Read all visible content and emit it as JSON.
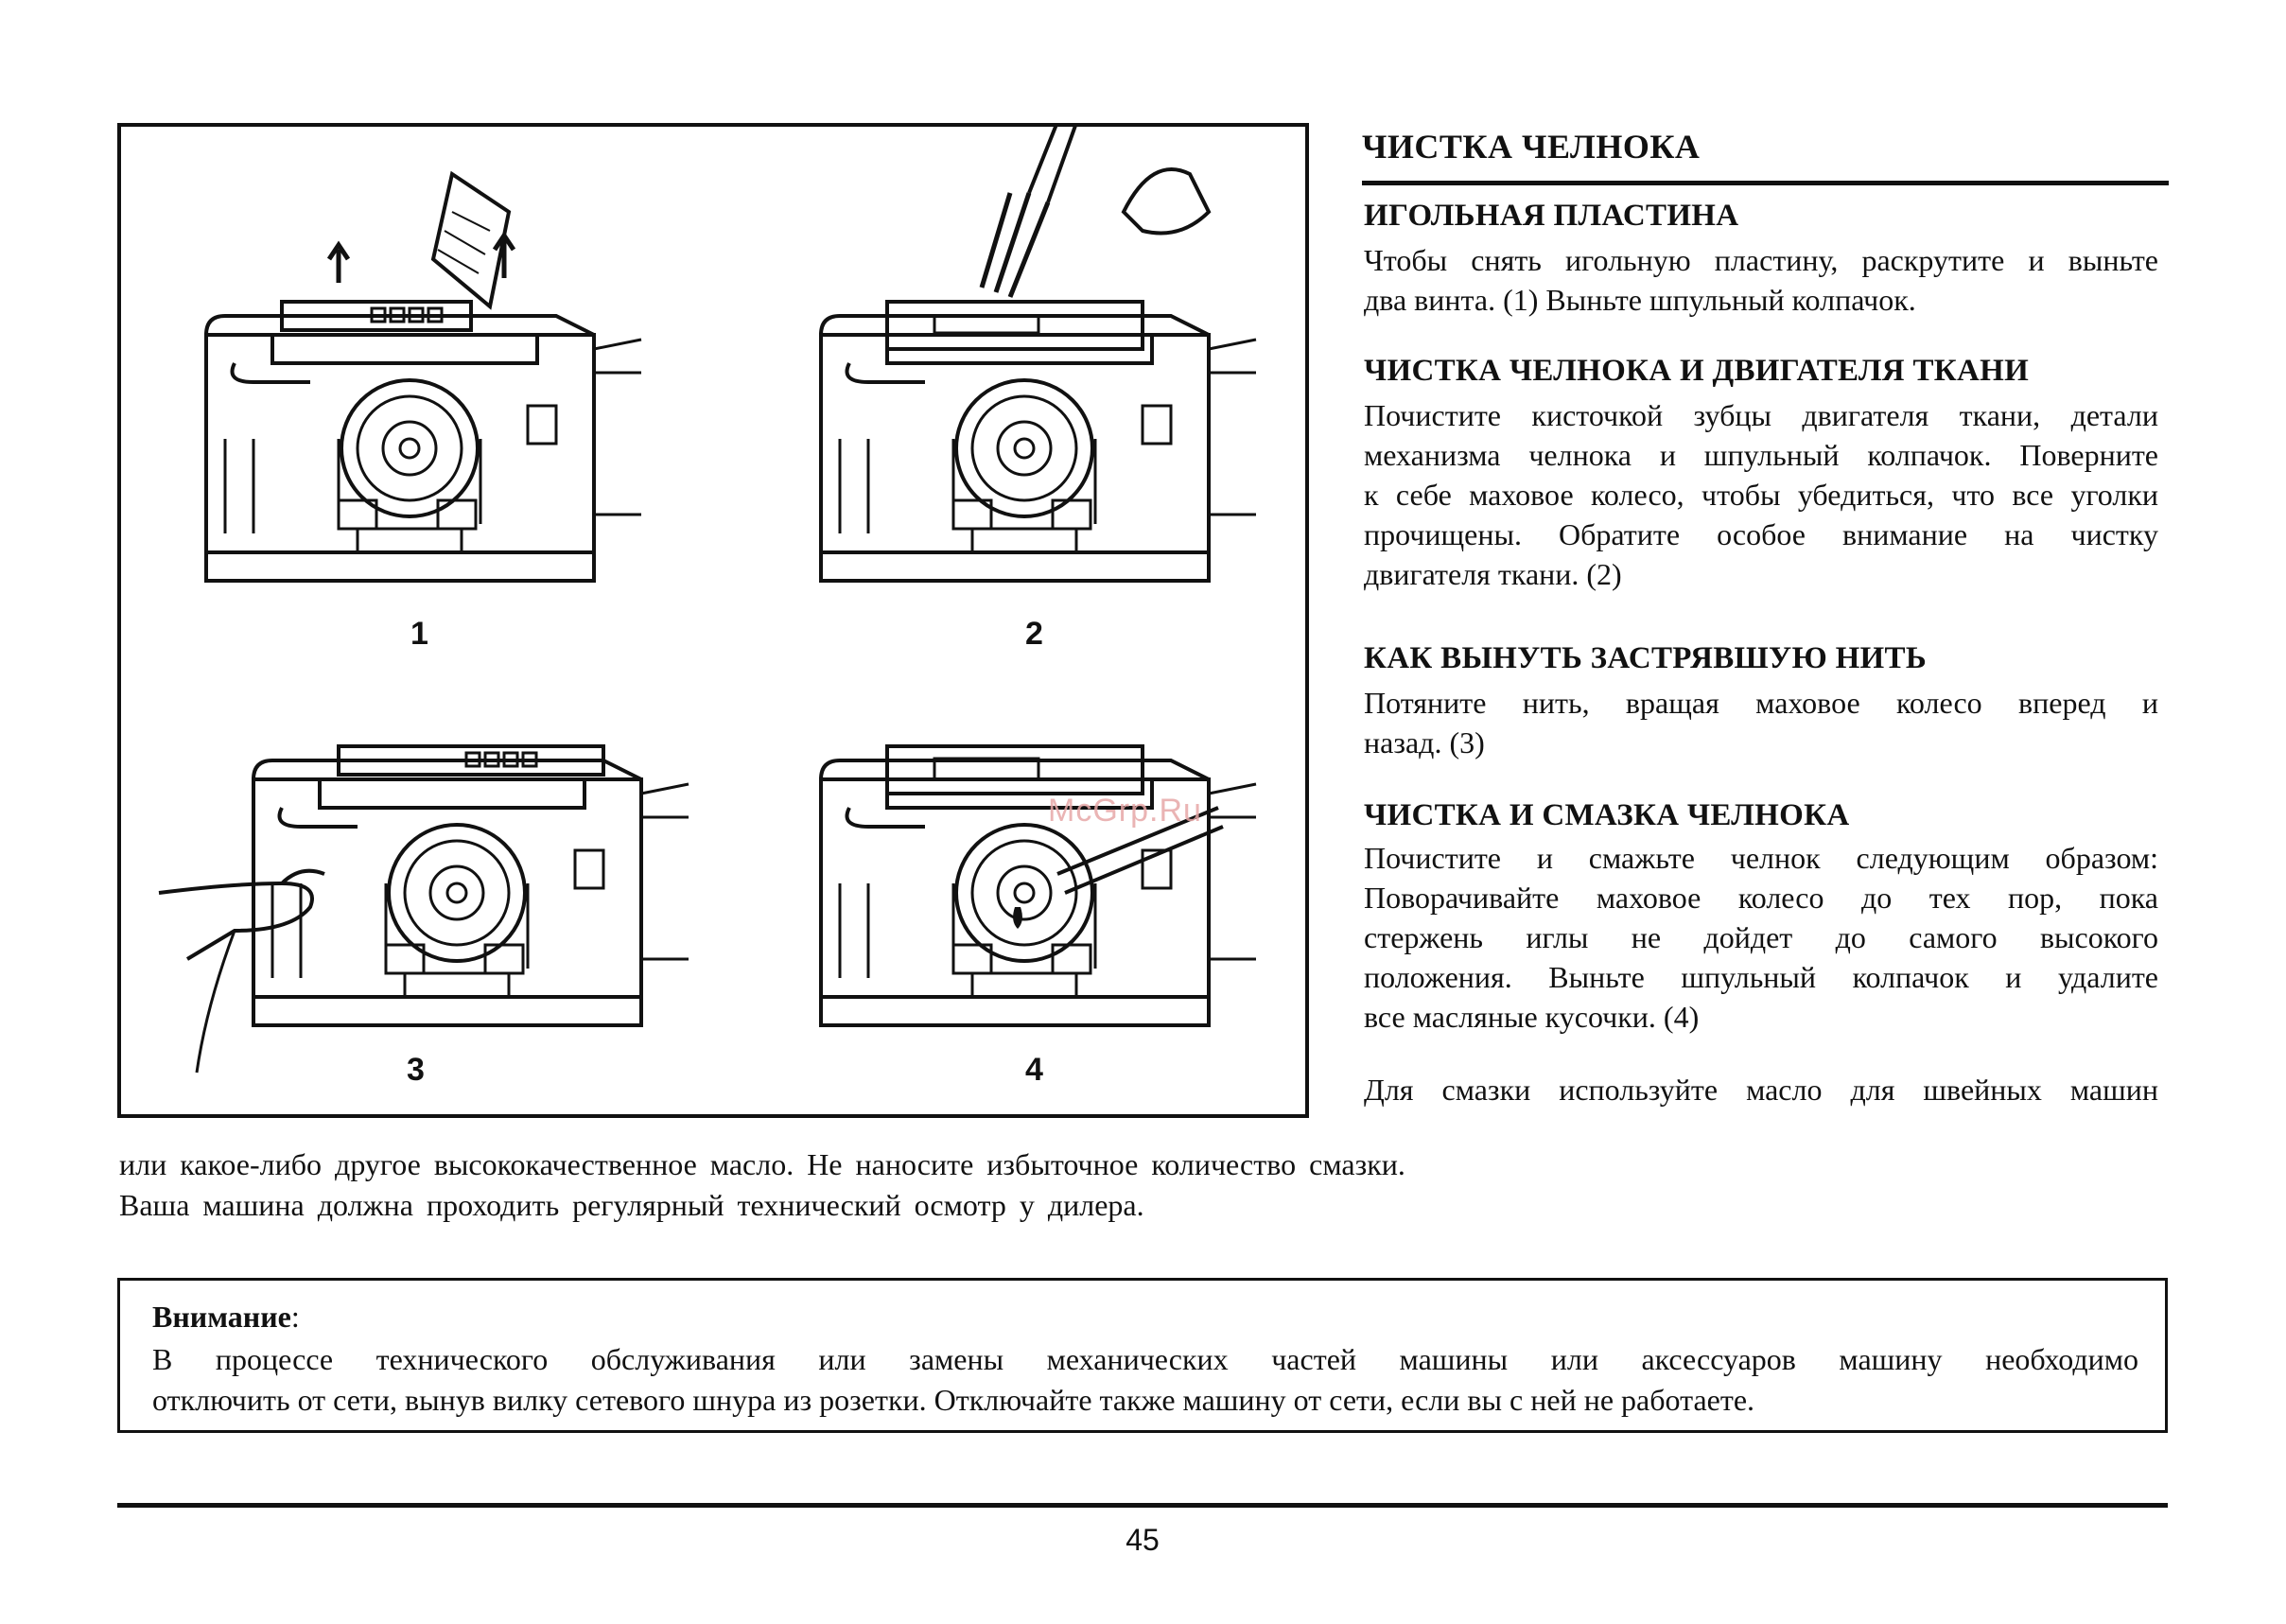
{
  "figure": {
    "labels": [
      "1",
      "2",
      "3",
      "4"
    ],
    "watermark": "McGrp.Ru"
  },
  "title": "ЧИСТКА ЧЕЛНОКА",
  "sections": [
    {
      "heading": "ИГОЛЬНАЯ ПЛАСТИНА",
      "lines": [
        "Чтобы снять игольную пластину, раскрутите и выньте",
        "два винта. (1)  Выньте шпульный колпачок."
      ]
    },
    {
      "heading": "ЧИСТКА ЧЕЛНОКА И ДВИГАТЕЛЯ ТКАНИ",
      "lines": [
        "Почистите кисточкой зубцы двигателя ткани, детали",
        "механизма челнока и шпульный колпачок. Поверните",
        "к себе маховое колесо, чтобы убедиться, что все уголки",
        "прочищены. Обратите особое внимание на чистку",
        "двигателя ткани. (2)"
      ]
    },
    {
      "heading": "КАК ВЫНУТЬ ЗАСТРЯВШУЮ НИТЬ",
      "lines": [
        "Потяните нить, вращая маховое колесо вперед и",
        "назад. (3)"
      ]
    },
    {
      "heading": "ЧИСТКА И СМАЗКА ЧЕЛНОКА",
      "lines": [
        "Почистите и смажьте челнок следующим образом:",
        "Поворачивайте маховое колесо до тех пор, пока",
        "стержень иглы не дойдет до самого высокого",
        "положения. Выньте шпульный колпачок и удалите",
        "все масляные кусочки. (4)"
      ]
    }
  ],
  "lubrication": {
    "line1": "Для смазки используйте масло для швейных машин",
    "line2": "или какое-либо другое высококачественное масло. Не наносите избыточное количество смазки.",
    "line3": "Ваша машина должна проходить регулярный технический осмотр у дилера."
  },
  "warning": {
    "title": "Внимание",
    "title_suffix": ":",
    "line1": "В процессе технического обслуживания или замены механических частей машины или аксессуаров машину необходимо",
    "line2": "отключить от сети, вынув вилку сетевого шнура из розетки. Отключайте также машину от сети, если вы с ней не работаете."
  },
  "page_number": "45"
}
